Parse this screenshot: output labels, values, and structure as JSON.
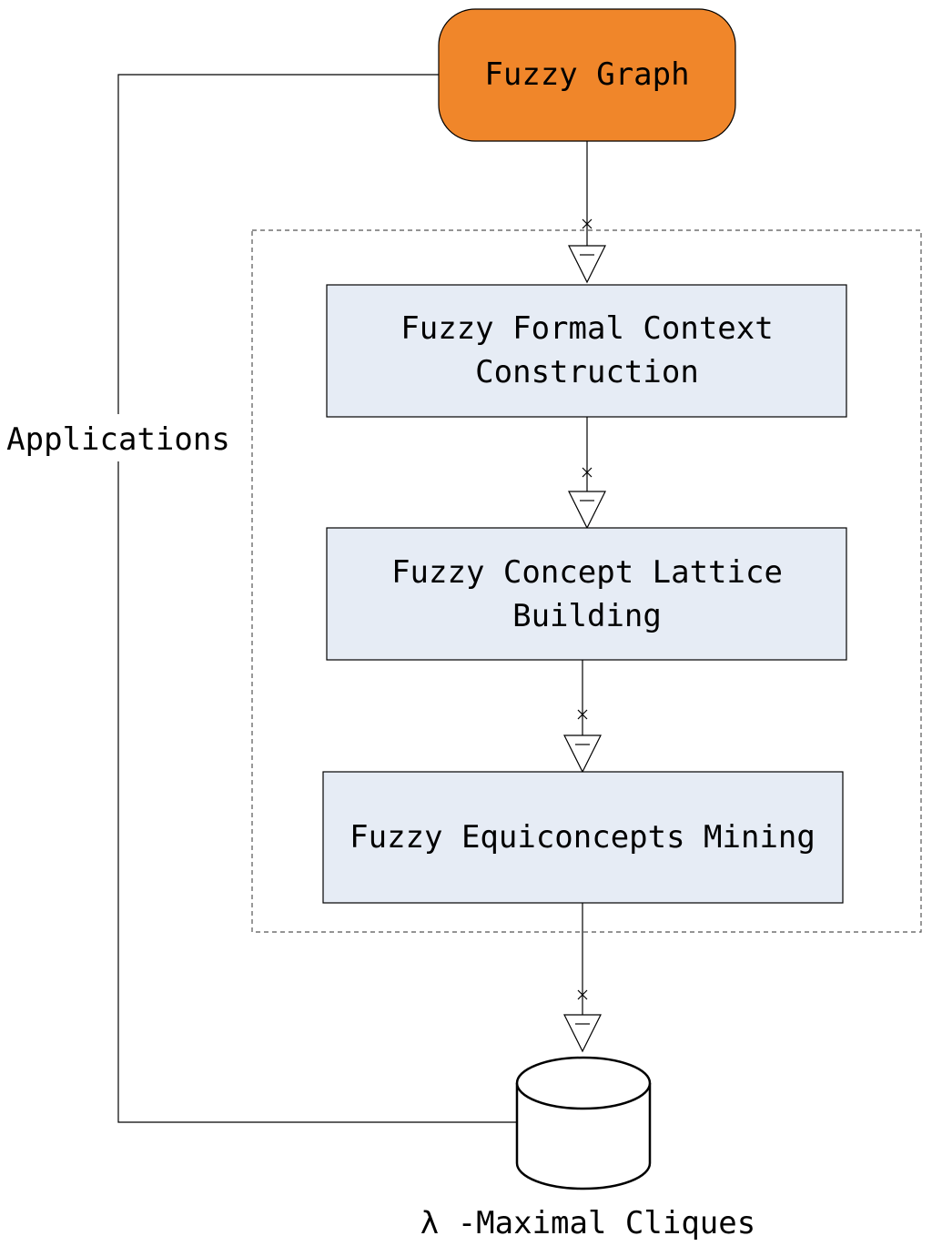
{
  "nodes": {
    "source": {
      "label": "Fuzzy Graph",
      "fill": "#f0862a"
    },
    "step1": {
      "line1": "Fuzzy Formal Context",
      "line2": "Construction",
      "fill": "#e6ecf5"
    },
    "step2": {
      "line1": "Fuzzy Concept Lattice",
      "line2": "Building",
      "fill": "#e6ecf5"
    },
    "step3": {
      "label": "Fuzzy Equiconcepts Mining",
      "fill": "#e6ecf5"
    },
    "output": {
      "label": "λ -Maximal Cliques"
    }
  },
  "feedback": {
    "label": "Applications"
  }
}
